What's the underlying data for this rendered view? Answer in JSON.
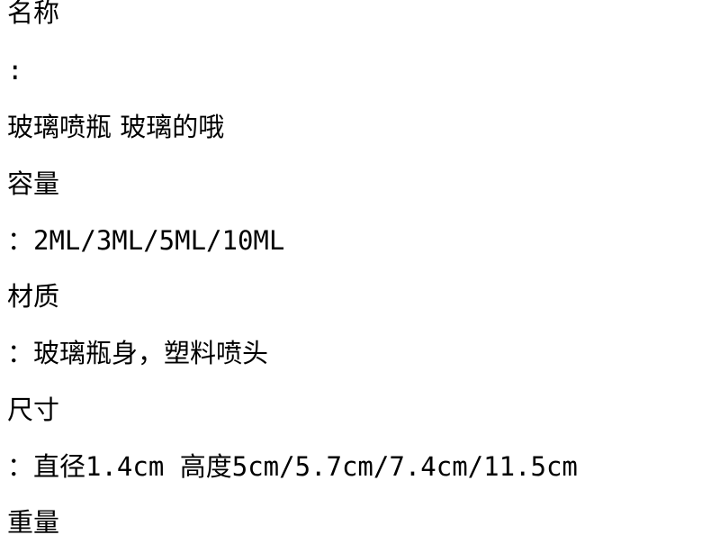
{
  "spec": {
    "lines": [
      "名称",
      ":",
      "玻璃喷瓶 玻璃的哦",
      "容量",
      "：2ML/3ML/5ML/10ML",
      "材质",
      "：玻璃瓶身，塑料喷头",
      "尺寸",
      "：直径1.4cm 高度5cm/5.7cm/7.4cm/11.5cm",
      "重量"
    ]
  }
}
